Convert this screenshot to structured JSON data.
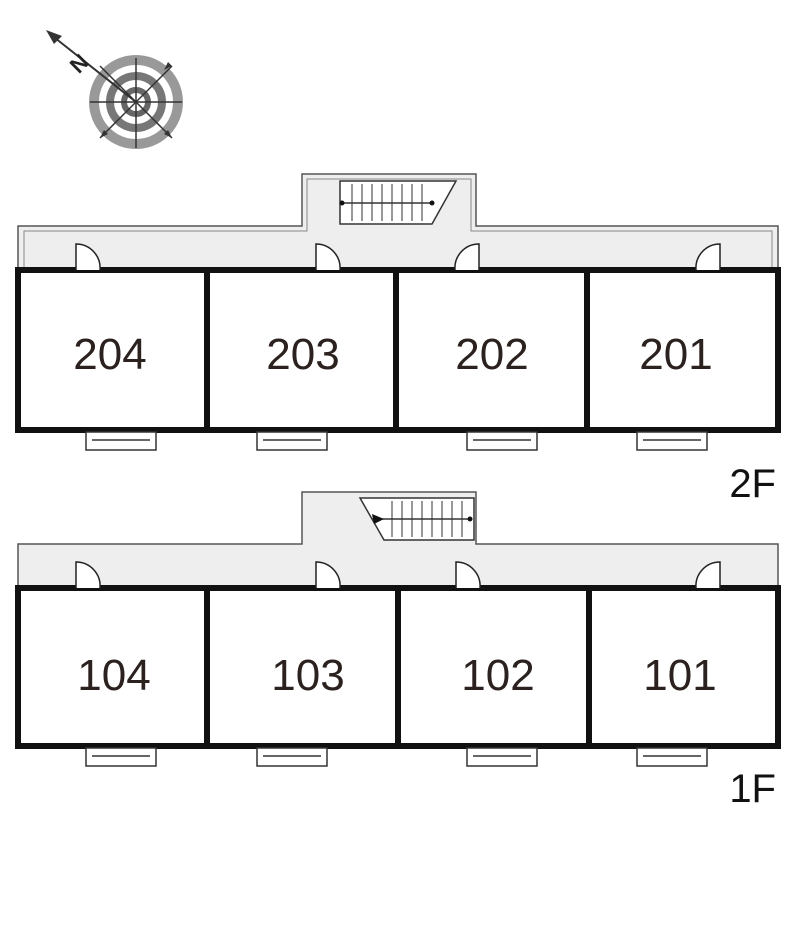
{
  "compass": {
    "north_label": "N"
  },
  "floors": [
    {
      "label": "2F",
      "units": [
        "204",
        "203",
        "202",
        "201"
      ]
    },
    {
      "label": "1F",
      "units": [
        "104",
        "103",
        "102",
        "101"
      ]
    }
  ],
  "colors": {
    "wall": "#111111",
    "corridor": "#eeeeee",
    "outline": "#555555",
    "text": "#2b211e"
  }
}
